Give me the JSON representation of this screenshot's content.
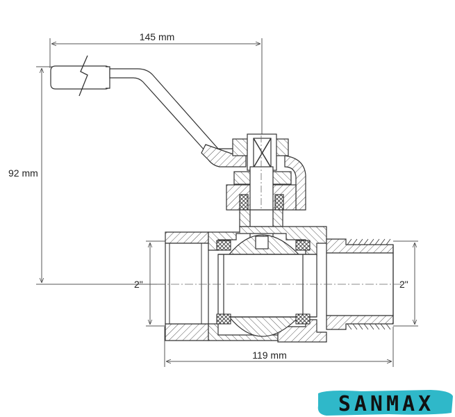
{
  "dimensions": {
    "width_top": "145 mm",
    "height_left": "92 mm",
    "width_bottom": "119 mm",
    "thread_left": "2\"",
    "thread_right": "2\""
  },
  "logo": {
    "text": "SANMAX",
    "brush_color": "#2fb8c9"
  },
  "colors": {
    "line": "#333333",
    "dimension": "#555555",
    "hatch": "#555555"
  }
}
